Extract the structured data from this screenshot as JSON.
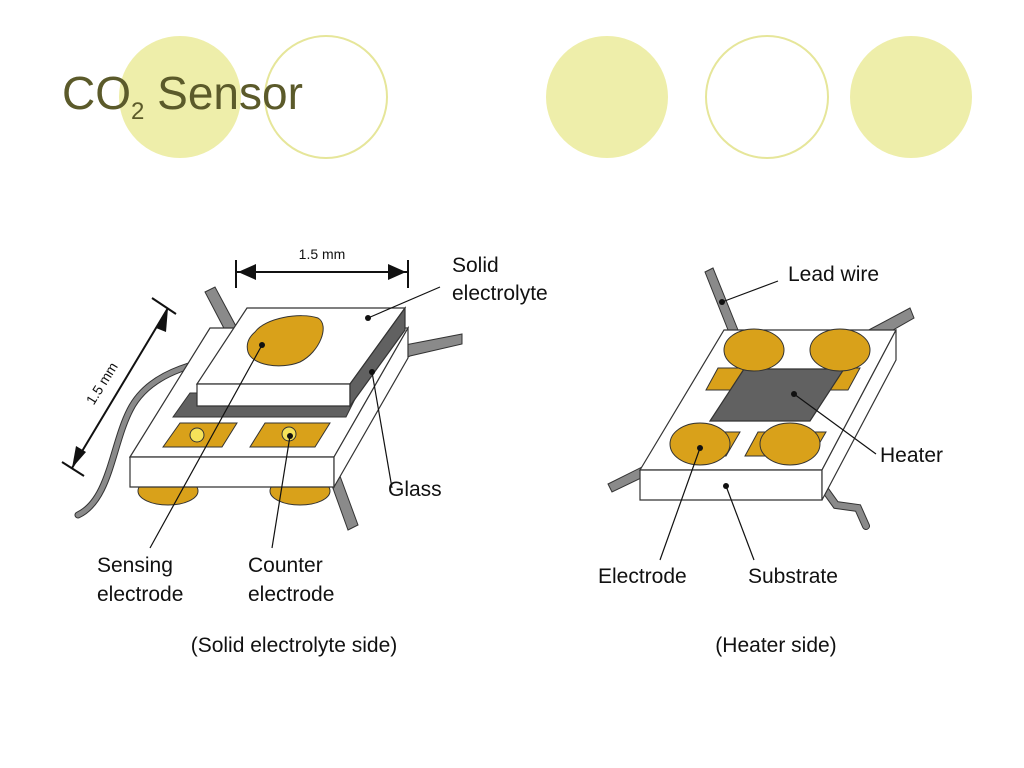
{
  "slide": {
    "title_main": "CO",
    "title_sub": "2",
    "title_rest": " Sensor"
  },
  "left_diagram": {
    "dimension_top": "1.5 mm",
    "dimension_side": "1.5 mm",
    "label_solid": "Solid",
    "label_electrolyte": "electrolyte",
    "label_glass": "Glass",
    "label_sensing_1": "Sensing",
    "label_sensing_2": "electrode",
    "label_counter_1": "Counter",
    "label_counter_2": "electrode",
    "caption": "(Solid electrolyte side)"
  },
  "right_diagram": {
    "label_lead_wire": "Lead wire",
    "label_heater": "Heater",
    "label_electrode": "Electrode",
    "label_substrate": "Substrate",
    "caption": "(Heater side)"
  },
  "colors": {
    "title": "#5b5a2a",
    "circle_fill": "#eeeeaa",
    "circle_stroke": "#e6e69a",
    "electrode": "#d9a11a",
    "heater": "#616161",
    "wire": "#8a8a8a"
  }
}
